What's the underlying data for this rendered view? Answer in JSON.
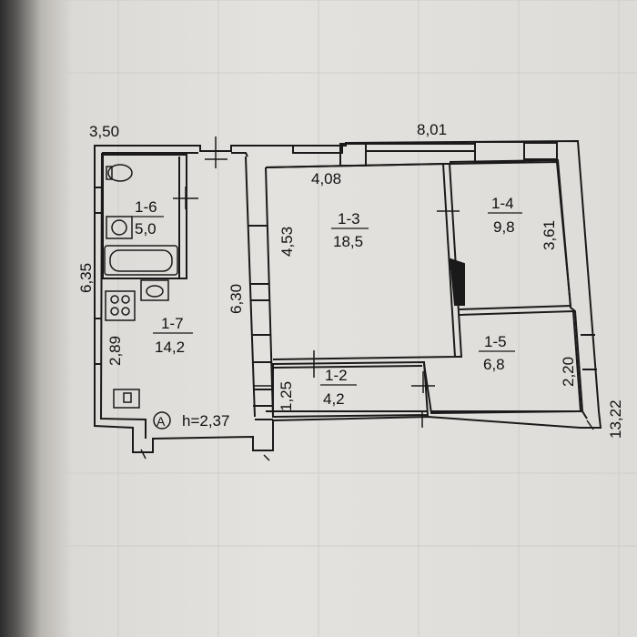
{
  "dimensions": {
    "top_left": "3,50",
    "top_total": "8,01",
    "room_1_3_width": "4,08",
    "room_1_3_height": "4,53",
    "corridor_height": "6,30",
    "left_total": "6,35",
    "kitchen_height": "2,89",
    "room_1_4_height": "3,61",
    "room_1_5_height": "2,20",
    "room_1_2_height": "1,25",
    "right_total": "13,22"
  },
  "rooms": [
    {
      "id": "1-6",
      "area": "5,0"
    },
    {
      "id": "1-3",
      "area": "18,5"
    },
    {
      "id": "1-4",
      "area": "9,8"
    },
    {
      "id": "1-7",
      "area": "14,2"
    },
    {
      "id": "1-5",
      "area": "6,8"
    },
    {
      "id": "1-2",
      "area": "4,2"
    }
  ],
  "marker": {
    "letter": "А",
    "height_note": "h=2,37"
  },
  "colors": {
    "line": "#1a1a1a",
    "paper": "#e2e0dc"
  }
}
